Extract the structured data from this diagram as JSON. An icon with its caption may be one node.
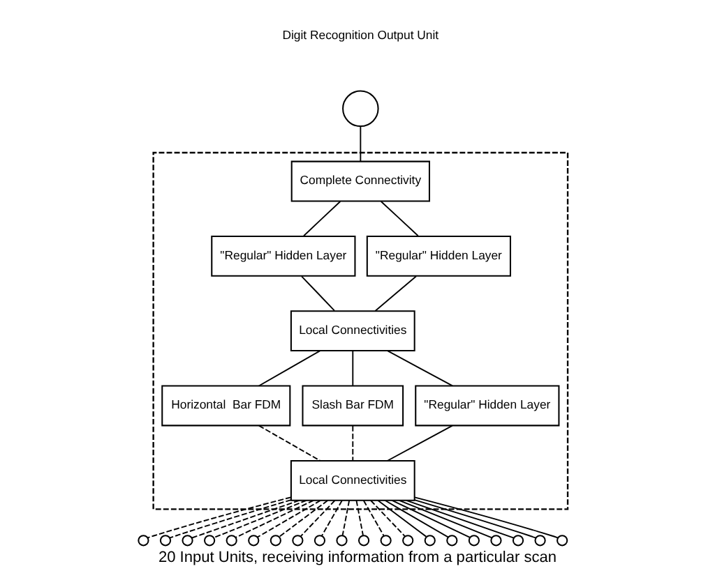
{
  "diagram": {
    "caption": "20 Input Units, receiving information from a particular scan",
    "nodes": [
      {
        "text": [],
        "shape": "circle",
        "beside": [
          "Digit Recognition Output Unit"
        ]
      },
      {
        "text": [],
        "shape": "box"
      },
      {
        "text": [
          "Complete Connectivity"
        ],
        "in": 1
      },
      {
        "text": [
          "\"Regular\" Hidden Layer"
        ],
        "in": 1
      },
      {
        "text": [
          "\"Regular\" Hidden Layer"
        ],
        "in": 1
      },
      {
        "text": [
          "Local Connectivities"
        ],
        "in": 1
      },
      {
        "text": [
          "Horizontal  Bar FDM"
        ],
        "in": 1
      },
      {
        "text": [
          "Slash Bar FDM"
        ],
        "in": 1
      },
      {
        "text": [
          "\"Regular\" Hidden Layer"
        ],
        "in": 1
      },
      {
        "text": [
          "Local Connectivities"
        ],
        "in": 1
      },
      {
        "text": [],
        "shape": "circle"
      },
      {
        "text": [],
        "shape": "circle"
      },
      {
        "text": [],
        "shape": "circle"
      },
      {
        "text": [],
        "shape": "circle"
      },
      {
        "text": [],
        "shape": "circle"
      },
      {
        "text": [],
        "shape": "circle"
      },
      {
        "text": [],
        "shape": "circle"
      },
      {
        "text": [],
        "shape": "circle"
      },
      {
        "text": [],
        "shape": "circle"
      },
      {
        "text": [],
        "shape": "circle"
      },
      {
        "text": [],
        "shape": "circle"
      },
      {
        "text": [],
        "shape": "circle"
      },
      {
        "text": [],
        "shape": "circle"
      },
      {
        "text": [],
        "shape": "circle"
      },
      {
        "text": [],
        "shape": "circle"
      },
      {
        "text": [],
        "shape": "circle"
      },
      {
        "text": [],
        "shape": "circle"
      },
      {
        "text": [],
        "shape": "circle"
      },
      {
        "text": [],
        "shape": "circle"
      },
      {
        "text": [],
        "shape": "circle"
      }
    ],
    "edges": [
      {
        "from": 0,
        "to": 2,
        "arrow": "none"
      },
      {
        "from": 2,
        "to": 3,
        "arrow": "none"
      },
      {
        "from": 2,
        "to": 4,
        "arrow": "none"
      },
      {
        "from": 3,
        "to": 5,
        "arrow": "none"
      },
      {
        "from": 4,
        "to": 5,
        "arrow": "none"
      },
      {
        "from": 5,
        "to": 6,
        "arrow": "none"
      },
      {
        "from": 5,
        "to": 7,
        "arrow": "none"
      },
      {
        "from": 5,
        "to": 8,
        "arrow": "none"
      },
      {
        "from": 6,
        "to": 9,
        "arrow": "none",
        "style": "dashed"
      },
      {
        "from": 7,
        "to": 9,
        "arrow": "none",
        "style": "dashed"
      },
      {
        "from": 8,
        "to": 9,
        "arrow": "none"
      },
      {
        "from": 9,
        "to": 10,
        "arrow": "none",
        "style": "dashed"
      },
      {
        "from": 9,
        "to": 11,
        "arrow": "none",
        "style": "dashed"
      },
      {
        "from": 9,
        "to": 12,
        "arrow": "none",
        "style": "dashed"
      },
      {
        "from": 9,
        "to": 13,
        "arrow": "none",
        "style": "dashed"
      },
      {
        "from": 9,
        "to": 14,
        "arrow": "none",
        "style": "dashed"
      },
      {
        "from": 9,
        "to": 15,
        "arrow": "none",
        "style": "dashed"
      },
      {
        "from": 9,
        "to": 16,
        "arrow": "none",
        "style": "dashed"
      },
      {
        "from": 9,
        "to": 17,
        "arrow": "none",
        "style": "dashed"
      },
      {
        "from": 9,
        "to": 18,
        "arrow": "none",
        "style": "dashed"
      },
      {
        "from": 9,
        "to": 19,
        "arrow": "none",
        "style": "dashed"
      },
      {
        "from": 9,
        "to": 20,
        "arrow": "none",
        "style": "dashed"
      },
      {
        "from": 9,
        "to": 21,
        "arrow": "none",
        "style": "dashed"
      },
      {
        "from": 9,
        "to": 22,
        "arrow": "none",
        "style": "dashed"
      },
      {
        "from": 9,
        "to": 23,
        "arrow": "none"
      },
      {
        "from": 9,
        "to": 24,
        "arrow": "none"
      },
      {
        "from": 9,
        "to": 25,
        "arrow": "none"
      },
      {
        "from": 9,
        "to": 26,
        "arrow": "none"
      },
      {
        "from": 9,
        "to": 27,
        "arrow": "none"
      },
      {
        "from": 9,
        "to": 28,
        "arrow": "none"
      },
      {
        "from": 9,
        "to": 29,
        "arrow": "none"
      }
    ]
  }
}
